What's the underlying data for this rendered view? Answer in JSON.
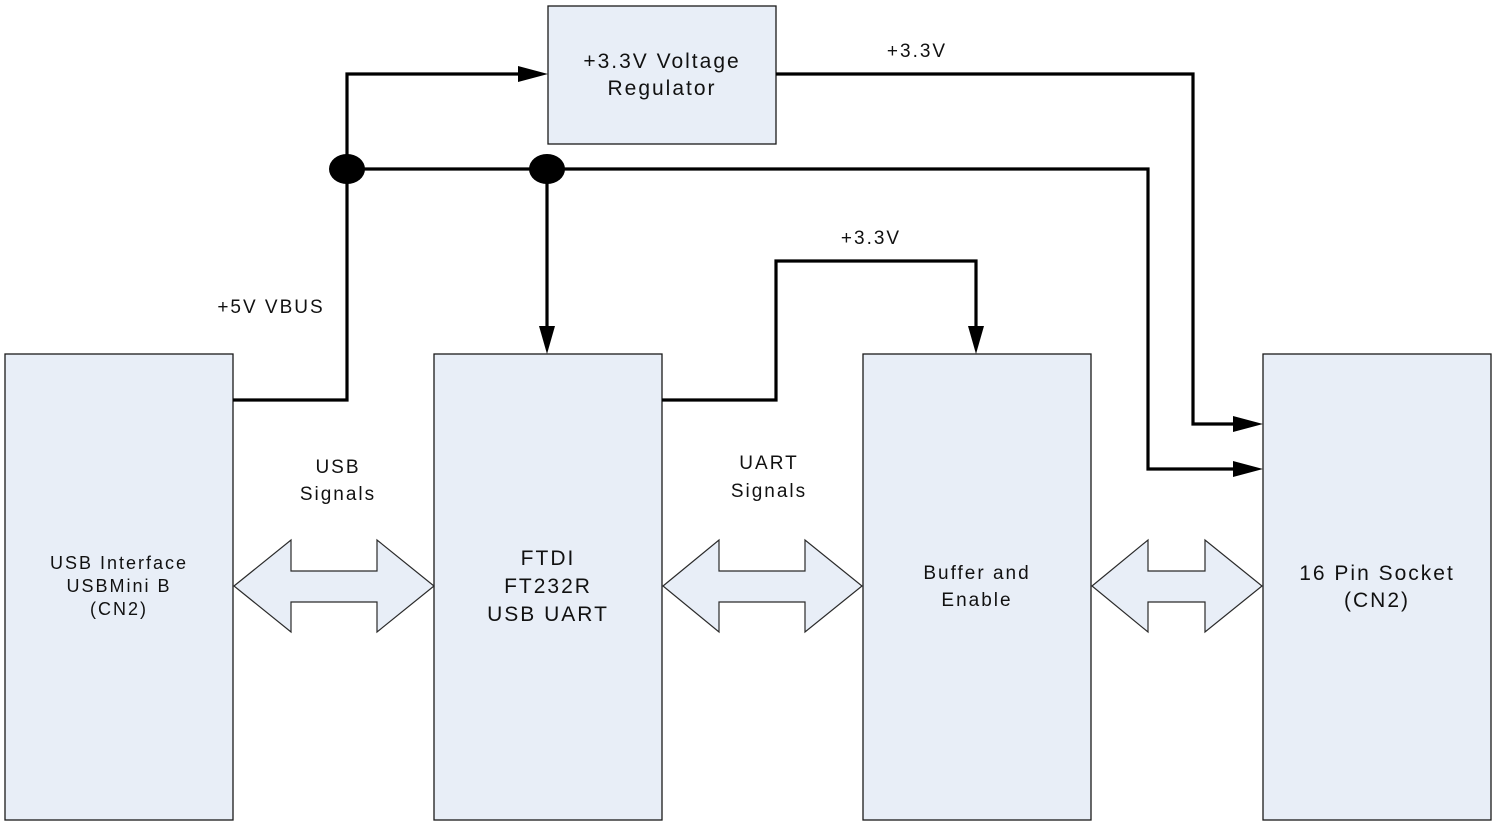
{
  "blocks": {
    "regulator": {
      "lines": [
        "+3.3V Voltage",
        "Regulator"
      ]
    },
    "usb_interface": {
      "lines": [
        "USB Interface",
        "USBMini B",
        "(CN2)"
      ]
    },
    "ftdi": {
      "lines": [
        "FTDI",
        "FT232R",
        "USB UART"
      ]
    },
    "buffer": {
      "lines": [
        "Buffer and",
        "Enable"
      ]
    },
    "socket": {
      "lines": [
        "16 Pin Socket",
        "(CN2)"
      ]
    }
  },
  "net_labels": {
    "vbus": "+5V VBUS",
    "regulator_out": "+3.3V",
    "buffer_supply": "+3.3V"
  },
  "bus_labels": {
    "usb": [
      "USB",
      "Signals"
    ],
    "uart": [
      "UART",
      "Signals"
    ]
  },
  "colors": {
    "block_fill": "#e8eef7",
    "line": "#000000"
  }
}
